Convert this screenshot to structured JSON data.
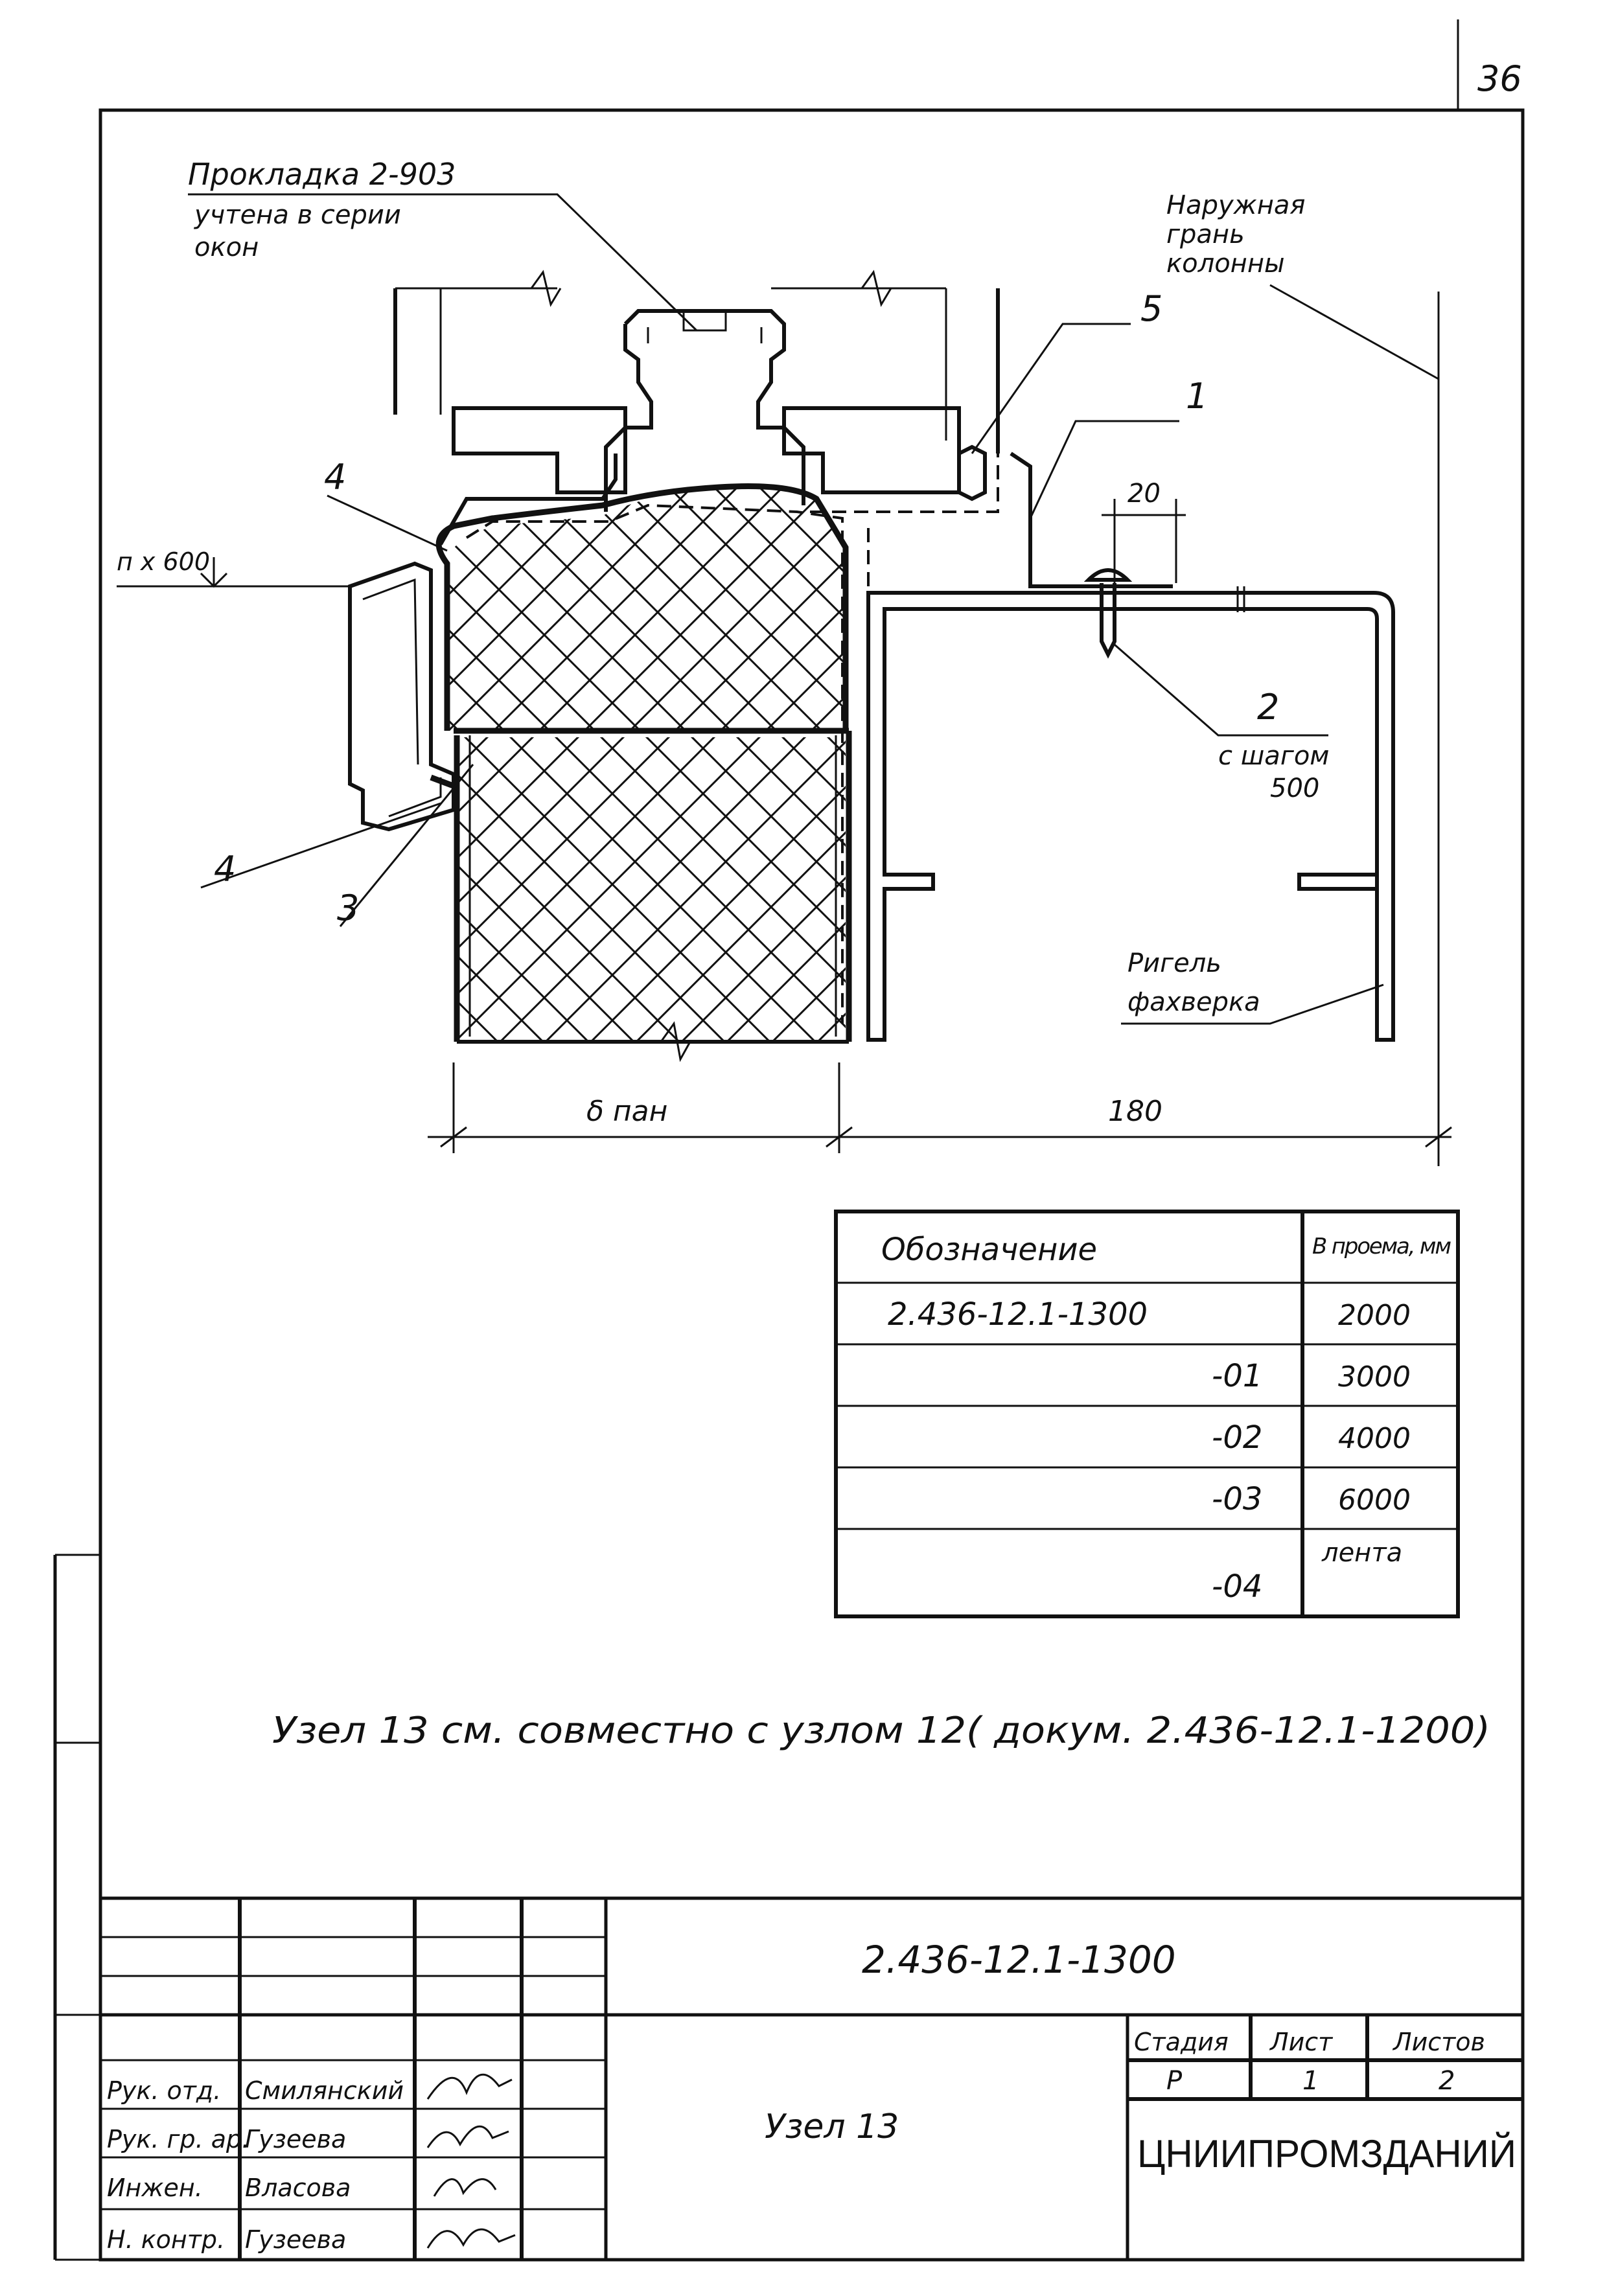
{
  "sheet_number": "36",
  "callouts": {
    "gasket_title": "Прокладка 2-903",
    "gasket_note_line1": "учтена в серии",
    "gasket_note_line2": "окон",
    "outer_face_line1": "Наружная",
    "outer_face_line2": "грань",
    "outer_face_line3": "колонны",
    "level_mark": "п х 600",
    "pos_1": "1",
    "pos_2": "2",
    "pos_2_step_line1": "с шагом",
    "pos_2_step_line2": "500",
    "pos_3": "3",
    "pos_4_top": "4",
    "pos_4_bottom": "4",
    "pos_5": "5",
    "dim_20": "20",
    "beam_line1": "Ригель",
    "beam_line2": "фахверка",
    "dim_panel": "δ пан",
    "dim_180": "180"
  },
  "spec_table": {
    "header_designation": "Обозначение",
    "header_opening": "В проема, мм",
    "rows": [
      {
        "designation": "2.436-12.1-1300",
        "value": "2000"
      },
      {
        "designation": "-01",
        "value": "3000"
      },
      {
        "designation": "-02",
        "value": "4000"
      },
      {
        "designation": "-03",
        "value": "6000"
      },
      {
        "designation": "-04",
        "value": "лента"
      }
    ]
  },
  "note": "Узел 13 см. совместно с узлом 12( докум. 2.436-12.1-1200)",
  "title_block": {
    "doc_code": "2.436-12.1-1300",
    "drawing_title": "Узел 13",
    "stage_label": "Стадия",
    "sheet_label": "Лист",
    "sheets_label": "Листов",
    "stage_value": "Р",
    "sheet_value": "1",
    "sheets_value": "2",
    "organization": "ЦНИИПРОМЗДАНИЙ",
    "people": [
      {
        "role": "Рук. отд.",
        "name": "Смилянский"
      },
      {
        "role": "Рук. гр. ар.",
        "name": "Гузеева"
      },
      {
        "role": "Инжен.",
        "name": "Власова"
      },
      {
        "role": "Н. контр.",
        "name": "Гузеева"
      }
    ]
  }
}
